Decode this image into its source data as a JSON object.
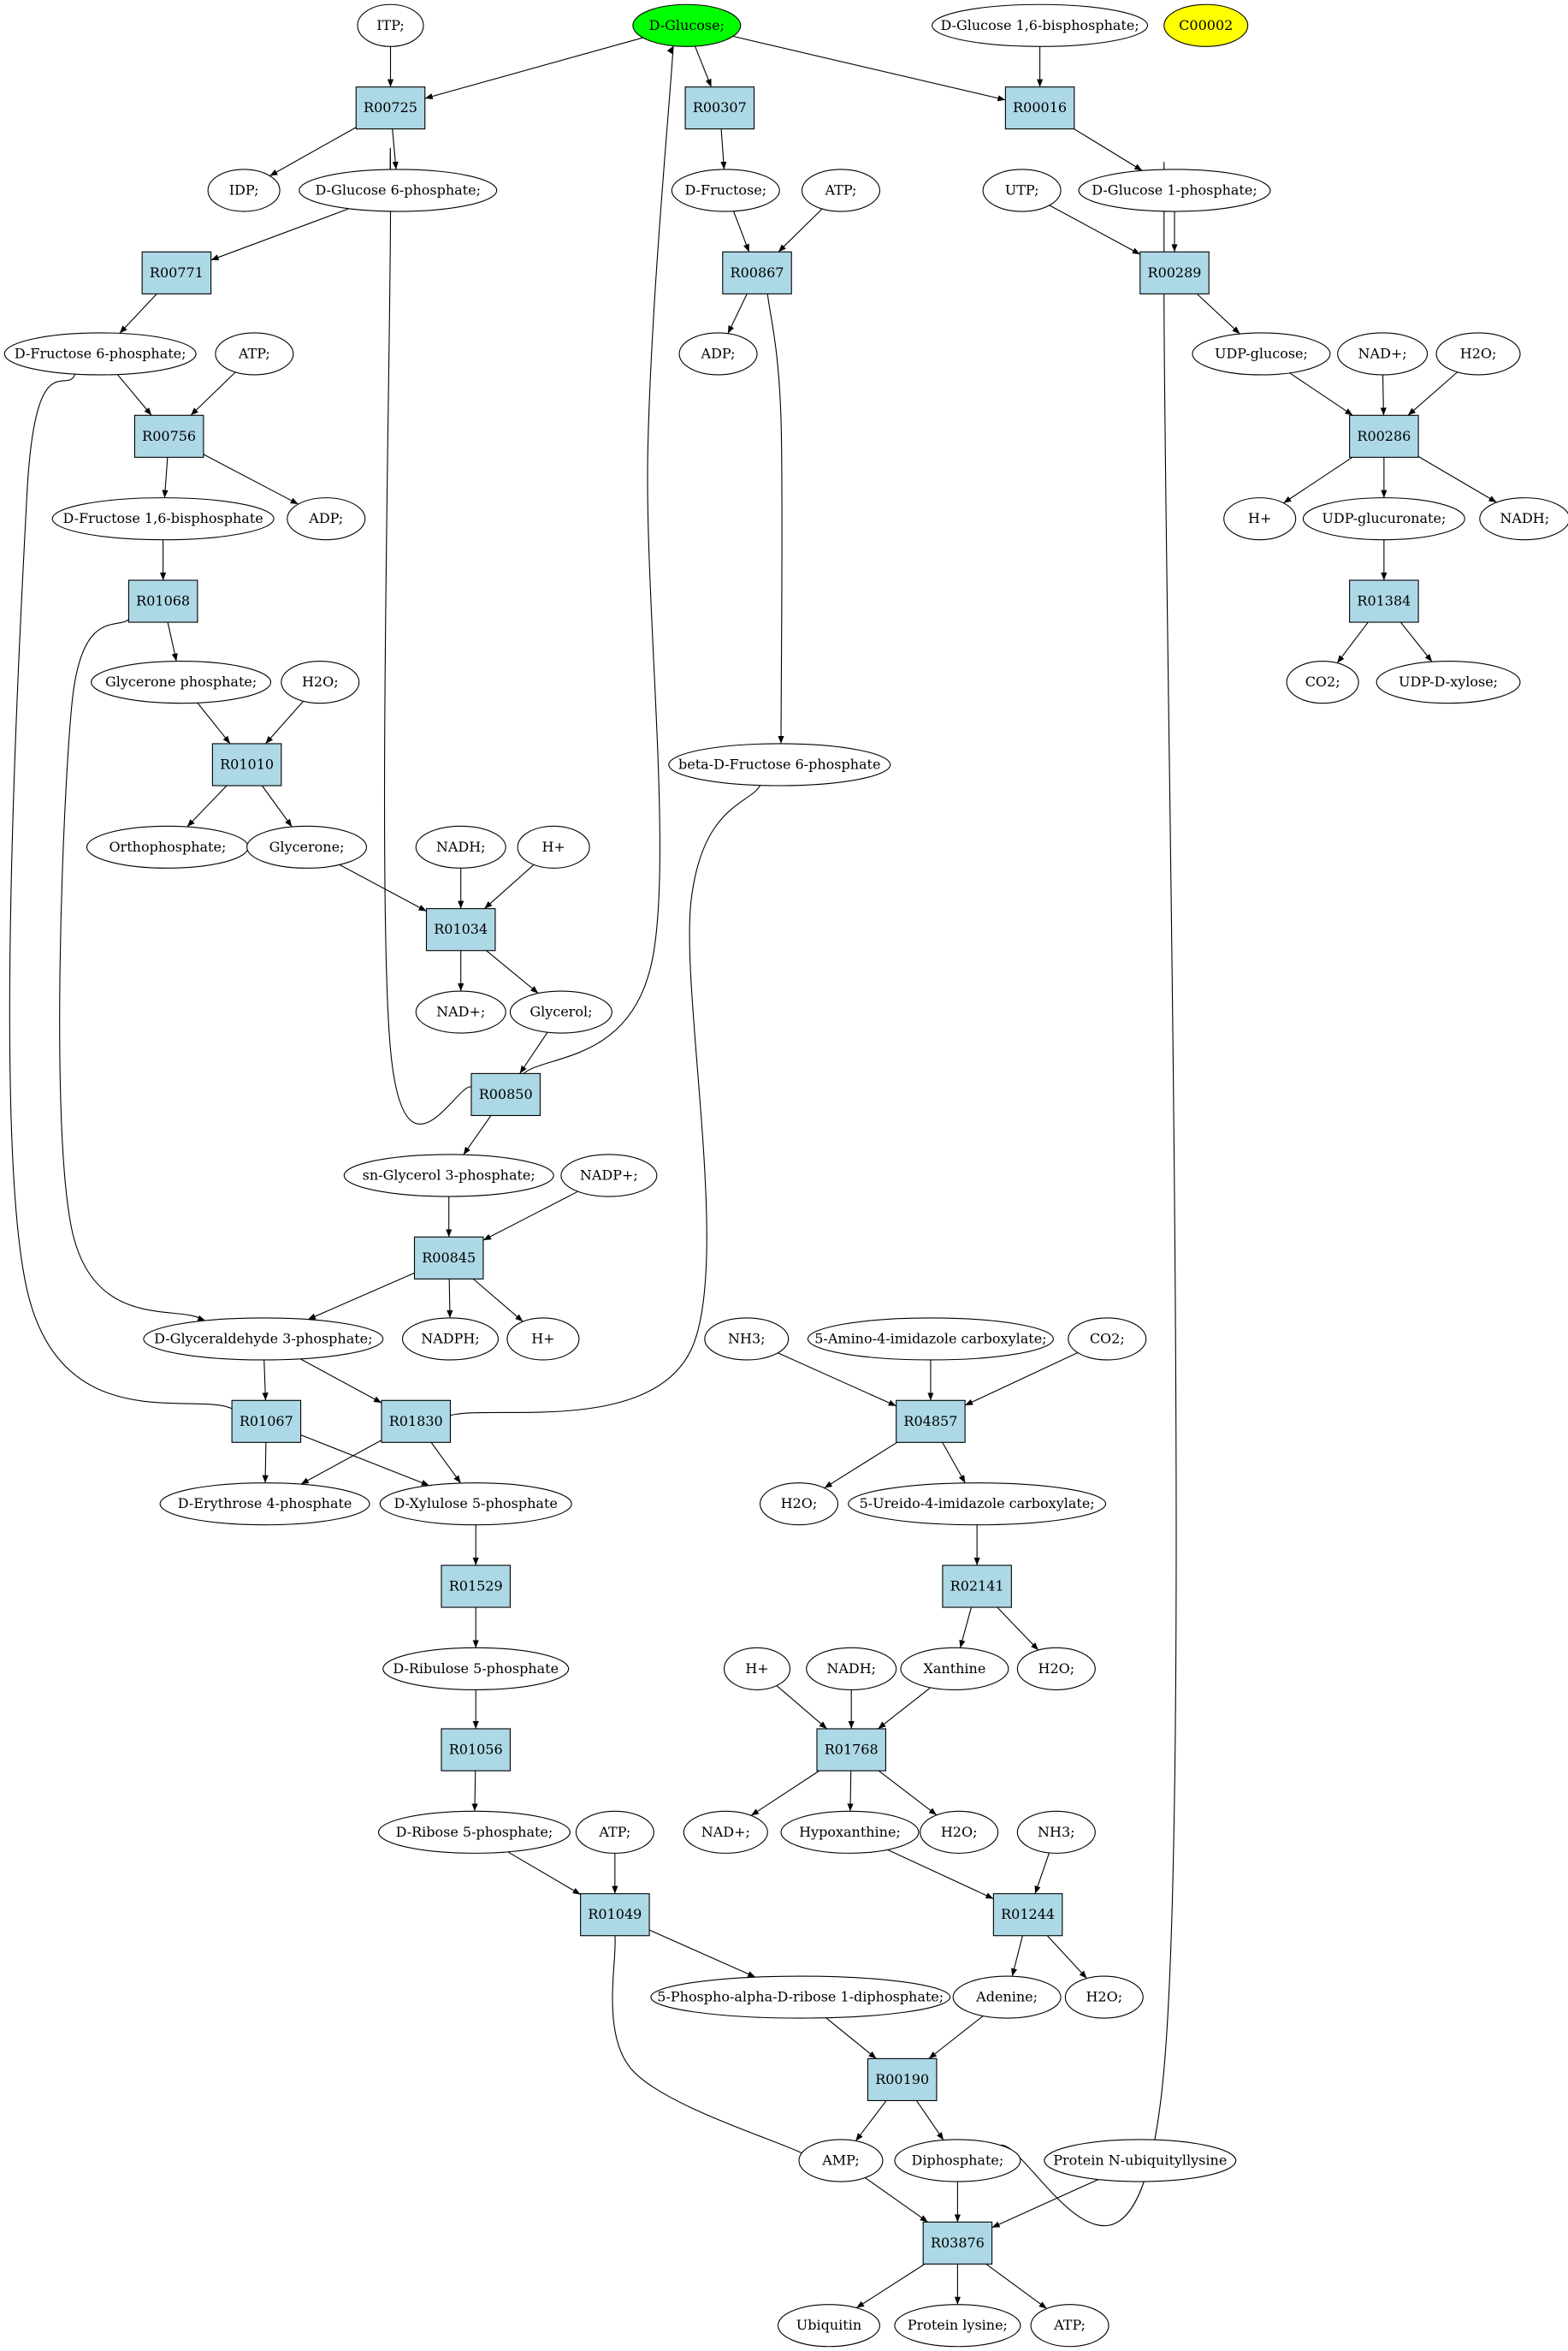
{
  "colors": {
    "reaction_fill": "#add8e6",
    "compound_fill": "#ffffff",
    "highlight_green": "#00ff00",
    "highlight_yellow": "#ffff00"
  },
  "compounds": {
    "c_itp": {
      "label": "ITP;",
      "highlight": ""
    },
    "c_glucose": {
      "label": "D-Glucose;",
      "highlight": "green"
    },
    "c_g16bp": {
      "label": "D-Glucose 1,6-bisphosphate;",
      "highlight": ""
    },
    "c_c00002": {
      "label": "C00002",
      "highlight": "yellow"
    },
    "c_idp": {
      "label": "IDP;",
      "highlight": ""
    },
    "c_g6p": {
      "label": "D-Glucose 6-phosphate;",
      "highlight": ""
    },
    "c_fructose": {
      "label": "D-Fructose;",
      "highlight": ""
    },
    "c_atp1": {
      "label": "ATP;",
      "highlight": ""
    },
    "c_utp": {
      "label": "UTP;",
      "highlight": ""
    },
    "c_g1p": {
      "label": "D-Glucose 1-phosphate;",
      "highlight": ""
    },
    "c_f6p": {
      "label": "D-Fructose 6-phosphate;",
      "highlight": ""
    },
    "c_atp2": {
      "label": "ATP;",
      "highlight": ""
    },
    "c_adp1": {
      "label": "ADP;",
      "highlight": ""
    },
    "c_udpglucose": {
      "label": "UDP-glucose;",
      "highlight": ""
    },
    "c_nadp1": {
      "label": "NAD+;",
      "highlight": ""
    },
    "c_h2o1": {
      "label": "H2O;",
      "highlight": ""
    },
    "c_f16bp": {
      "label": "D-Fructose 1,6-bisphosphate",
      "highlight": ""
    },
    "c_adp2": {
      "label": "ADP;",
      "highlight": ""
    },
    "c_hplus1": {
      "label": "H+",
      "highlight": ""
    },
    "c_udpglucuronate": {
      "label": "UDP-glucuronate;",
      "highlight": ""
    },
    "c_nadh1": {
      "label": "NADH;",
      "highlight": ""
    },
    "c_glyceronep": {
      "label": "Glycerone phosphate;",
      "highlight": ""
    },
    "c_h2o2": {
      "label": "H2O;",
      "highlight": ""
    },
    "c_co2_1": {
      "label": "CO2;",
      "highlight": ""
    },
    "c_udpxylose": {
      "label": "UDP-D-xylose;",
      "highlight": ""
    },
    "c_bf6p": {
      "label": "beta-D-Fructose 6-phosphate",
      "highlight": ""
    },
    "c_orthop": {
      "label": "Orthophosphate;",
      "highlight": ""
    },
    "c_glycerone": {
      "label": "Glycerone;",
      "highlight": ""
    },
    "c_nadh2": {
      "label": "NADH;",
      "highlight": ""
    },
    "c_hplus2": {
      "label": "H+",
      "highlight": ""
    },
    "c_nadp2": {
      "label": "NAD+;",
      "highlight": ""
    },
    "c_glycerol": {
      "label": "Glycerol;",
      "highlight": ""
    },
    "c_snglycerol3p": {
      "label": "sn-Glycerol 3-phosphate;",
      "highlight": ""
    },
    "c_nadpplus": {
      "label": "NADP+;",
      "highlight": ""
    },
    "c_gap": {
      "label": "D-Glyceraldehyde 3-phosphate;",
      "highlight": ""
    },
    "c_nadph": {
      "label": "NADPH;",
      "highlight": ""
    },
    "c_hplus3": {
      "label": "H+",
      "highlight": ""
    },
    "c_nh3_1": {
      "label": "NH3;",
      "highlight": ""
    },
    "c_aica": {
      "label": "5-Amino-4-imidazole carboxylate;",
      "highlight": ""
    },
    "c_co2_2": {
      "label": "CO2;",
      "highlight": ""
    },
    "c_e4p": {
      "label": "D-Erythrose 4-phosphate",
      "highlight": ""
    },
    "c_x5p": {
      "label": "D-Xylulose 5-phosphate",
      "highlight": ""
    },
    "c_h2o3": {
      "label": "H2O;",
      "highlight": ""
    },
    "c_uica": {
      "label": "5-Ureido-4-imidazole carboxylate;",
      "highlight": ""
    },
    "c_ru5p": {
      "label": "D-Ribulose 5-phosphate",
      "highlight": ""
    },
    "c_xanthine": {
      "label": "Xanthine",
      "highlight": ""
    },
    "c_h2o4": {
      "label": "H2O;",
      "highlight": ""
    },
    "c_hplus4": {
      "label": "H+",
      "highlight": ""
    },
    "c_nadh3": {
      "label": "NADH;",
      "highlight": ""
    },
    "c_r5p": {
      "label": "D-Ribose 5-phosphate;",
      "highlight": ""
    },
    "c_atp3": {
      "label": "ATP;",
      "highlight": ""
    },
    "c_nadp3": {
      "label": "NAD+;",
      "highlight": ""
    },
    "c_hypoxanthine": {
      "label": "Hypoxanthine;",
      "highlight": ""
    },
    "c_h2o5": {
      "label": "H2O;",
      "highlight": ""
    },
    "c_nh3_2": {
      "label": "NH3;",
      "highlight": ""
    },
    "c_prpp": {
      "label": "5-Phospho-alpha-D-ribose 1-diphosphate;",
      "highlight": ""
    },
    "c_adenine": {
      "label": "Adenine;",
      "highlight": ""
    },
    "c_h2o6": {
      "label": "H2O;",
      "highlight": ""
    },
    "c_amp": {
      "label": "AMP;",
      "highlight": ""
    },
    "c_diphosphate": {
      "label": "Diphosphate;",
      "highlight": ""
    },
    "c_protubi": {
      "label": "Protein N-ubiquityllysine",
      "highlight": ""
    },
    "c_ubiquitin": {
      "label": "Ubiquitin",
      "highlight": ""
    },
    "c_protlysine": {
      "label": "Protein lysine;",
      "highlight": ""
    },
    "c_atp4": {
      "label": "ATP;",
      "highlight": ""
    }
  },
  "reactions": {
    "r_R00725": "R00725",
    "r_R00307": "R00307",
    "r_R00016": "R00016",
    "r_R00771": "R00771",
    "r_R00867": "R00867",
    "r_R00289": "R00289",
    "r_R00756": "R00756",
    "r_R00286": "R00286",
    "r_R01068": "R01068",
    "r_R01384": "R01384",
    "r_R01010": "R01010",
    "r_R01034": "R01034",
    "r_R00850": "R00850",
    "r_R00845": "R00845",
    "r_R04857": "R04857",
    "r_R01067": "R01067",
    "r_R01830": "R01830",
    "r_R02141": "R02141",
    "r_R01529": "R01529",
    "r_R01768": "R01768",
    "r_R01056": "R01056",
    "r_R01244": "R01244",
    "r_R01049": "R01049",
    "r_R00190": "R00190",
    "r_R03876": "R03876"
  },
  "edges": [
    [
      "c_itp",
      "r_R00725"
    ],
    [
      "c_glucose",
      "r_R00725"
    ],
    [
      "r_R00725",
      "c_idp"
    ],
    [
      "r_R00725",
      "c_g6p"
    ],
    [
      "c_glucose",
      "r_R00307"
    ],
    [
      "r_R00307",
      "c_fructose"
    ],
    [
      "c_glucose",
      "r_R00016"
    ],
    [
      "c_g16bp",
      "r_R00016"
    ],
    [
      "r_R00016",
      "c_g1p"
    ],
    [
      "c_g6p",
      "r_R00771"
    ],
    [
      "r_R00771",
      "c_f6p"
    ],
    [
      "c_fructose",
      "r_R00867"
    ],
    [
      "c_atp1",
      "r_R00867"
    ],
    [
      "r_R00867",
      "c_adp2"
    ],
    [
      "r_R00867",
      "c_bf6p"
    ],
    [
      "c_utp",
      "r_R00289"
    ],
    [
      "c_g1p",
      "r_R00289"
    ],
    [
      "r_R00289",
      "c_udpglucose"
    ],
    [
      "r_R00289",
      "c_diphosphate"
    ],
    [
      "c_f6p",
      "r_R00756"
    ],
    [
      "c_atp2",
      "r_R00756"
    ],
    [
      "r_R00756",
      "c_f16bp"
    ],
    [
      "r_R00756",
      "c_adp1"
    ],
    [
      "c_udpglucose",
      "r_R00286"
    ],
    [
      "c_nadp1",
      "r_R00286"
    ],
    [
      "c_h2o1",
      "r_R00286"
    ],
    [
      "r_R00286",
      "c_hplus1"
    ],
    [
      "r_R00286",
      "c_udpglucuronate"
    ],
    [
      "r_R00286",
      "c_nadh1"
    ],
    [
      "c_f16bp",
      "r_R01068"
    ],
    [
      "r_R01068",
      "c_glyceronep"
    ],
    [
      "r_R01068",
      "c_gap"
    ],
    [
      "c_udpglucuronate",
      "r_R01384"
    ],
    [
      "r_R01384",
      "c_co2_1"
    ],
    [
      "r_R01384",
      "c_udpxylose"
    ],
    [
      "c_glyceronep",
      "r_R01010"
    ],
    [
      "c_h2o2",
      "r_R01010"
    ],
    [
      "r_R01010",
      "c_orthop"
    ],
    [
      "r_R01010",
      "c_glycerone"
    ],
    [
      "c_glycerone",
      "r_R01034"
    ],
    [
      "c_nadh2",
      "r_R01034"
    ],
    [
      "c_hplus2",
      "r_R01034"
    ],
    [
      "r_R01034",
      "c_nadp2"
    ],
    [
      "r_R01034",
      "c_glycerol"
    ],
    [
      "c_g6p",
      "r_R00850"
    ],
    [
      "c_glycerol",
      "r_R00850"
    ],
    [
      "r_R00850",
      "c_glucose"
    ],
    [
      "r_R00850",
      "c_snglycerol3p"
    ],
    [
      "c_snglycerol3p",
      "r_R00845"
    ],
    [
      "c_nadpplus",
      "r_R00845"
    ],
    [
      "r_R00845",
      "c_gap"
    ],
    [
      "r_R00845",
      "c_nadph"
    ],
    [
      "r_R00845",
      "c_hplus3"
    ],
    [
      "c_nh3_1",
      "r_R04857"
    ],
    [
      "c_aica",
      "r_R04857"
    ],
    [
      "c_co2_2",
      "r_R04857"
    ],
    [
      "r_R04857",
      "c_h2o3"
    ],
    [
      "r_R04857",
      "c_uica"
    ],
    [
      "c_f6p",
      "r_R01067"
    ],
    [
      "c_gap",
      "r_R01067"
    ],
    [
      "r_R01067",
      "c_e4p"
    ],
    [
      "r_R01067",
      "c_x5p"
    ],
    [
      "c_gap",
      "r_R01830"
    ],
    [
      "c_bf6p",
      "r_R01830"
    ],
    [
      "r_R01830",
      "c_e4p"
    ],
    [
      "r_R01830",
      "c_x5p"
    ],
    [
      "c_uica",
      "r_R02141"
    ],
    [
      "r_R02141",
      "c_xanthine"
    ],
    [
      "r_R02141",
      "c_h2o4"
    ],
    [
      "c_x5p",
      "r_R01529"
    ],
    [
      "r_R01529",
      "c_ru5p"
    ],
    [
      "c_hplus4",
      "r_R01768"
    ],
    [
      "c_nadh3",
      "r_R01768"
    ],
    [
      "c_xanthine",
      "r_R01768"
    ],
    [
      "r_R01768",
      "c_nadp3"
    ],
    [
      "r_R01768",
      "c_hypoxanthine"
    ],
    [
      "r_R01768",
      "c_h2o5"
    ],
    [
      "c_ru5p",
      "r_R01056"
    ],
    [
      "r_R01056",
      "c_r5p"
    ],
    [
      "c_hypoxanthine",
      "r_R01244"
    ],
    [
      "c_nh3_2",
      "r_R01244"
    ],
    [
      "r_R01244",
      "c_adenine"
    ],
    [
      "r_R01244",
      "c_h2o6"
    ],
    [
      "c_r5p",
      "r_R01049"
    ],
    [
      "c_atp3",
      "r_R01049"
    ],
    [
      "r_R01049",
      "c_prpp"
    ],
    [
      "r_R01049",
      "c_amp"
    ],
    [
      "c_prpp",
      "r_R00190"
    ],
    [
      "c_adenine",
      "r_R00190"
    ],
    [
      "r_R00190",
      "c_amp"
    ],
    [
      "r_R00190",
      "c_diphosphate"
    ],
    [
      "c_amp",
      "r_R03876"
    ],
    [
      "c_diphosphate",
      "r_R03876"
    ],
    [
      "c_protubi",
      "r_R03876"
    ],
    [
      "r_R03876",
      "c_ubiquitin"
    ],
    [
      "r_R03876",
      "c_protlysine"
    ],
    [
      "r_R03876",
      "c_atp4"
    ]
  ]
}
